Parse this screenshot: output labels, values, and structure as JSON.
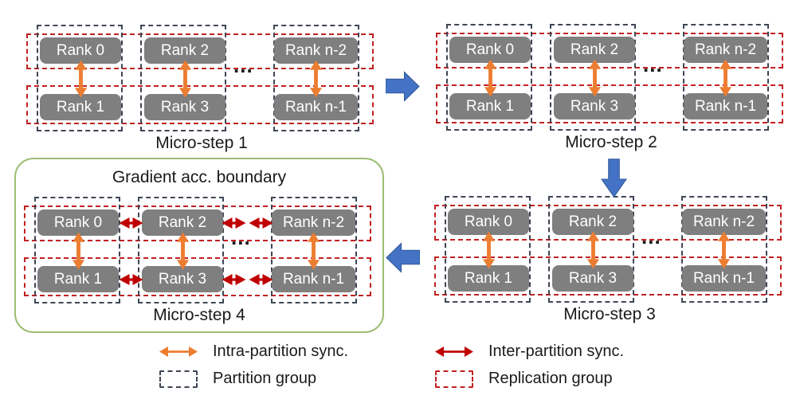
{
  "panels": [
    {
      "label": "Micro-step 1",
      "ellipsis": "...",
      "ranks": [
        "Rank 0",
        "Rank 2",
        "Rank n-2",
        "Rank 1",
        "Rank 3",
        "Rank n-1"
      ]
    },
    {
      "label": "Micro-step 2",
      "ellipsis": "...",
      "ranks": [
        "Rank 0",
        "Rank 2",
        "Rank n-2",
        "Rank 1",
        "Rank 3",
        "Rank n-1"
      ]
    },
    {
      "label": "Micro-step 3",
      "ellipsis": "...",
      "ranks": [
        "Rank 0",
        "Rank 2",
        "Rank n-2",
        "Rank 1",
        "Rank 3",
        "Rank n-1"
      ]
    },
    {
      "label": "Micro-step 4",
      "ellipsis": "...",
      "ranks": [
        "Rank 0",
        "Rank 2",
        "Rank n-2",
        "Rank 1",
        "Rank 3",
        "Rank n-1"
      ],
      "boundary_label": "Gradient acc. boundary"
    }
  ],
  "legend": {
    "intra_label": "Intra-partition sync.",
    "inter_label": "Inter-partition sync.",
    "partition_label": "Partition group",
    "replication_label": "Replication group"
  },
  "colors": {
    "rank_box": "#7f7f7f",
    "partition_group": "#3d4654",
    "replication_group": "#c22020",
    "intra_arrow": "#ed7d31",
    "inter_arrow": "#c00000",
    "flow_arrow": "#4472c4",
    "gradient_boundary": "#9dbd73",
    "text": "#1a1a1a"
  }
}
